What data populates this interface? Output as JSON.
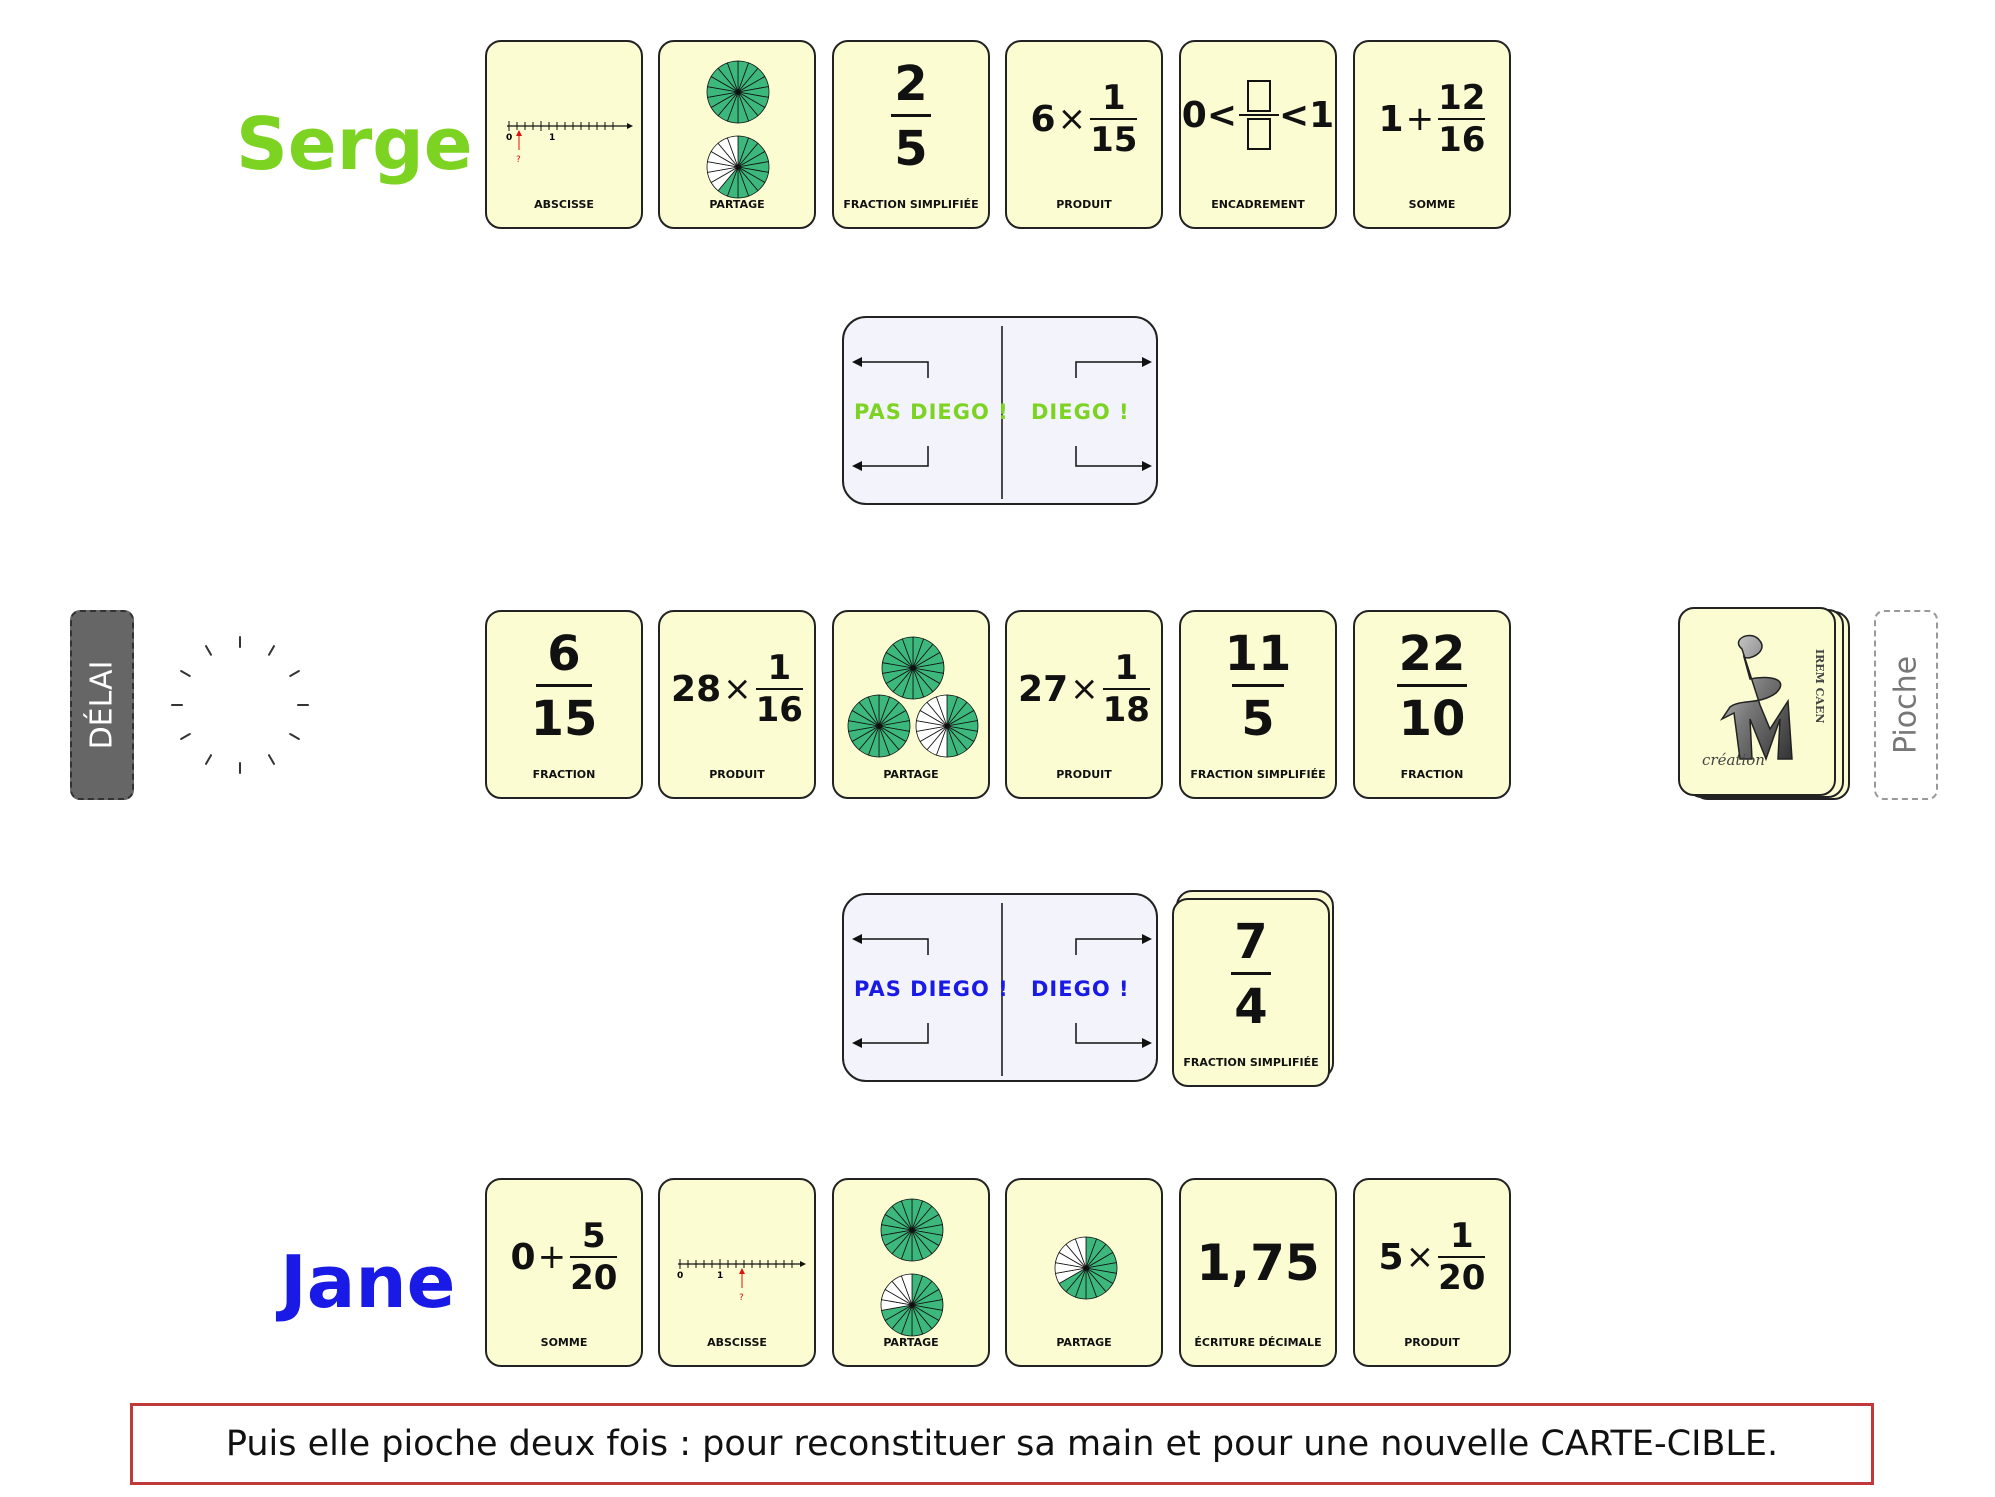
{
  "players": {
    "top": {
      "name": "Serge",
      "color": "#7cd321"
    },
    "bottom": {
      "name": "Jane",
      "color": "#1a1ae6"
    }
  },
  "top_hand": [
    {
      "type": "numberline",
      "label": "ABSCISSE",
      "ticks": [
        "0",
        "1"
      ],
      "question": "?"
    },
    {
      "type": "pies",
      "label": "PARTAGE"
    },
    {
      "type": "fraction",
      "num": "2",
      "den": "5",
      "label": "FRACTION SIMPLIFIÉE"
    },
    {
      "type": "product",
      "lead": "6",
      "op": "×",
      "num": "1",
      "den": "15",
      "label": "PRODUIT"
    },
    {
      "type": "encadrement",
      "left": "0<",
      "right": "<1",
      "label": "ENCADREMENT"
    },
    {
      "type": "sum",
      "lead": "1",
      "op": "+",
      "num": "12",
      "den": "16",
      "label": "SOMME"
    }
  ],
  "top_diego": {
    "left": "PAS DIEGO !",
    "right": "DIEGO !",
    "color": "#7cd321"
  },
  "middle_row": [
    {
      "type": "fraction",
      "num": "6",
      "den": "15",
      "label": "FRACTION"
    },
    {
      "type": "product",
      "lead": "28",
      "op": "×",
      "num": "1",
      "den": "16",
      "label": "PRODUIT"
    },
    {
      "type": "pies",
      "label": "PARTAGE"
    },
    {
      "type": "product",
      "lead": "27",
      "op": "×",
      "num": "1",
      "den": "18",
      "label": "PRODUIT"
    },
    {
      "type": "fraction",
      "num": "11",
      "den": "5",
      "label": "FRACTION SIMPLIFIÉE"
    },
    {
      "type": "fraction",
      "num": "22",
      "den": "10",
      "label": "FRACTION"
    }
  ],
  "timer": {
    "label": "DÉLAI"
  },
  "deck": {
    "label": "Pioche",
    "logo_text": "création",
    "logo_side": "IREM CAEN"
  },
  "bottom_diego": {
    "left": "PAS DIEGO !",
    "right": "DIEGO !",
    "color": "#1a1ae6"
  },
  "target_card": {
    "type": "fraction",
    "num": "7",
    "den": "4",
    "label": "FRACTION SIMPLIFIÉE"
  },
  "bottom_hand": [
    {
      "type": "sum",
      "lead": "0",
      "op": "+",
      "num": "5",
      "den": "20",
      "label": "SOMME"
    },
    {
      "type": "numberline",
      "label": "ABSCISSE",
      "ticks": [
        "0",
        "1"
      ],
      "question": "?"
    },
    {
      "type": "pies",
      "label": "PARTAGE"
    },
    {
      "type": "pies",
      "label": "PARTAGE"
    },
    {
      "type": "decimal",
      "value": "1,75",
      "label": "ÉCRITURE DÉCIMALE"
    },
    {
      "type": "product",
      "lead": "5",
      "op": "×",
      "num": "1",
      "den": "20",
      "label": "PRODUIT"
    }
  ],
  "caption": "Puis elle pioche deux fois : pour reconstituer sa main et pour une nouvelle CARTE-CIBLE.",
  "colors": {
    "card_bg": "#fbfcd2",
    "pie_green": "#3cb87c",
    "caption_border": "#c0393b"
  }
}
